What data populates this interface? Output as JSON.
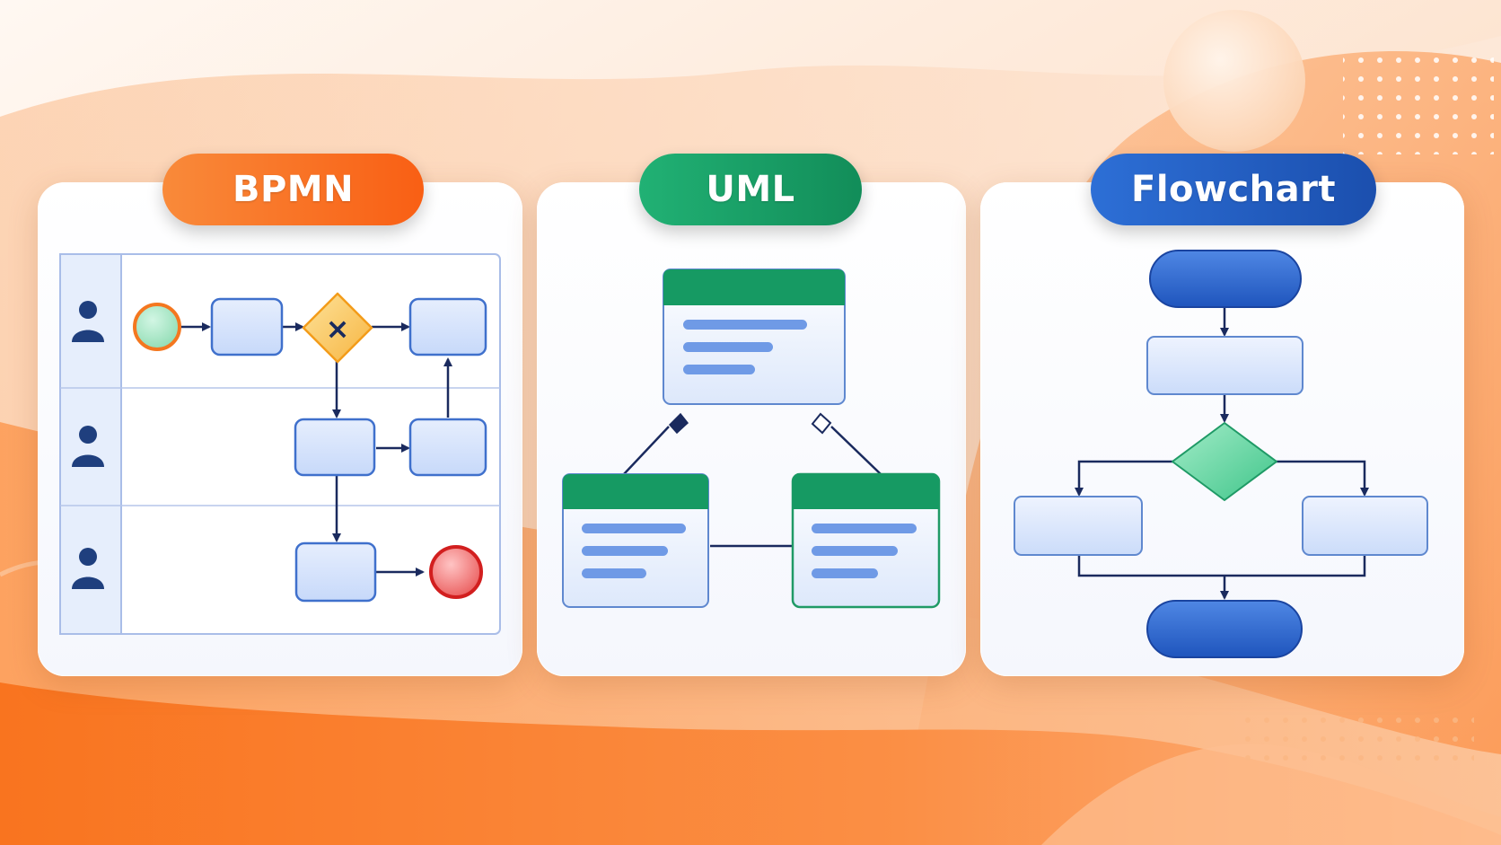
{
  "panels": [
    {
      "title": "BPMN",
      "color": "#f96a1a"
    },
    {
      "title": "UML",
      "color": "#169a63"
    },
    {
      "title": "Flowchart",
      "color": "#1d5cc2"
    }
  ],
  "bpmn": {
    "lanes": 3,
    "gateway_symbol": "×"
  },
  "colors": {
    "connector": "#1a2a5e",
    "node_fill": "#d5e3fb",
    "node_stroke": "#3f70cc",
    "person_icon": "#1f3f7e",
    "start_event": "#a9e8c7",
    "end_event": "#ef6d6d",
    "gateway": "#f8c45c",
    "uml_header": "#169a63",
    "text_line": "#6f9ae6",
    "decision": "#52d19b"
  }
}
